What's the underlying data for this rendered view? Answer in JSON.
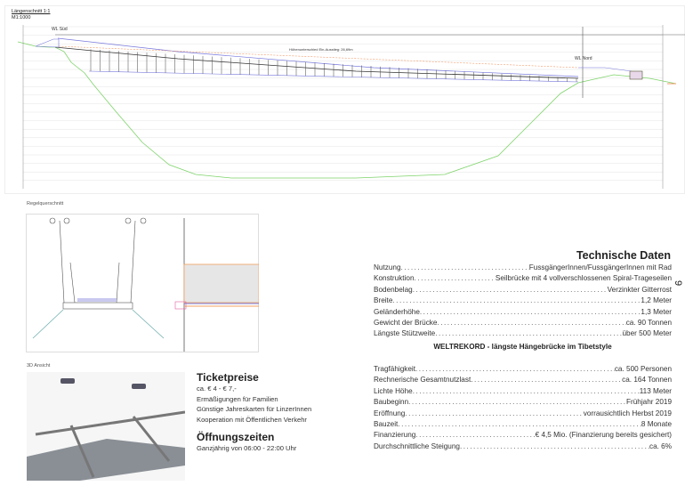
{
  "profile": {
    "title": "Längenschnitt 1:1",
    "scale": "M1:1000",
    "station_south": "WL Süd",
    "station_north": "WL Nord",
    "height_note": "Höhenunterschied Ein-Ausstieg: 26,69m"
  },
  "cross_section": {
    "title": "Regelquerschnitt"
  },
  "view3d": {
    "title": "3D Ansicht"
  },
  "tickets": {
    "title": "Ticketpreise",
    "lines": [
      "ca. € 4 - € 7,-",
      "Ermäßigungen für Familien",
      "Günstige Jahreskarten für LinzerInnen",
      "Kooperation mit Öffentlichen Verkehr"
    ]
  },
  "hours": {
    "title": "Öffnungszeiten",
    "text": "Ganzjährig von 06:00 - 22:00 Uhr"
  },
  "tech": {
    "title": "Technische Daten",
    "rows1": [
      {
        "k": "Nutzung",
        "v": "FussgängerInnen/FussgängerInnen mit Rad"
      },
      {
        "k": "Konstruktion",
        "v": "Seilbrücke mit 4 vollverschlossenen Spiral-Trageseilen"
      },
      {
        "k": "Bodenbelag",
        "v": "Verzinkter Gitterrost"
      },
      {
        "k": "Breite",
        "v": "1,2 Meter"
      },
      {
        "k": "Geländerhöhe",
        "v": "1,3 Meter"
      },
      {
        "k": "Gewicht der Brücke",
        "v": "ca. 90 Tonnen"
      },
      {
        "k": "Längste Stützweite",
        "v": "über 500 Meter"
      }
    ],
    "record": "WELTREKORD - längste Hängebrücke im Tibetstyle",
    "rows2": [
      {
        "k": "Tragfähigkeit",
        "v": "ca. 500 Personen"
      },
      {
        "k": "Rechnerische Gesamtnutzlast",
        "v": "ca. 164 Tonnen"
      },
      {
        "k": "Lichte Höhe",
        "v": "113 Meter"
      },
      {
        "k": "Baubeginn",
        "v": "Frühjahr 2019"
      },
      {
        "k": "Eröffnung",
        "v": "vorrausichtlich Herbst 2019"
      },
      {
        "k": "Bauzeit",
        "v": "8 Monate"
      },
      {
        "k": "Finanzierung",
        "v": "€ 4,5 Mio. (Finanzierung bereits gesichert)"
      },
      {
        "k": "Durchschnittliche Steigung",
        "v": "ca. 6%"
      }
    ]
  },
  "page_number": "9",
  "colors": {
    "terrain": "#7ed36a",
    "deck": "#7777dd",
    "dashed": "#f29a6a"
  }
}
